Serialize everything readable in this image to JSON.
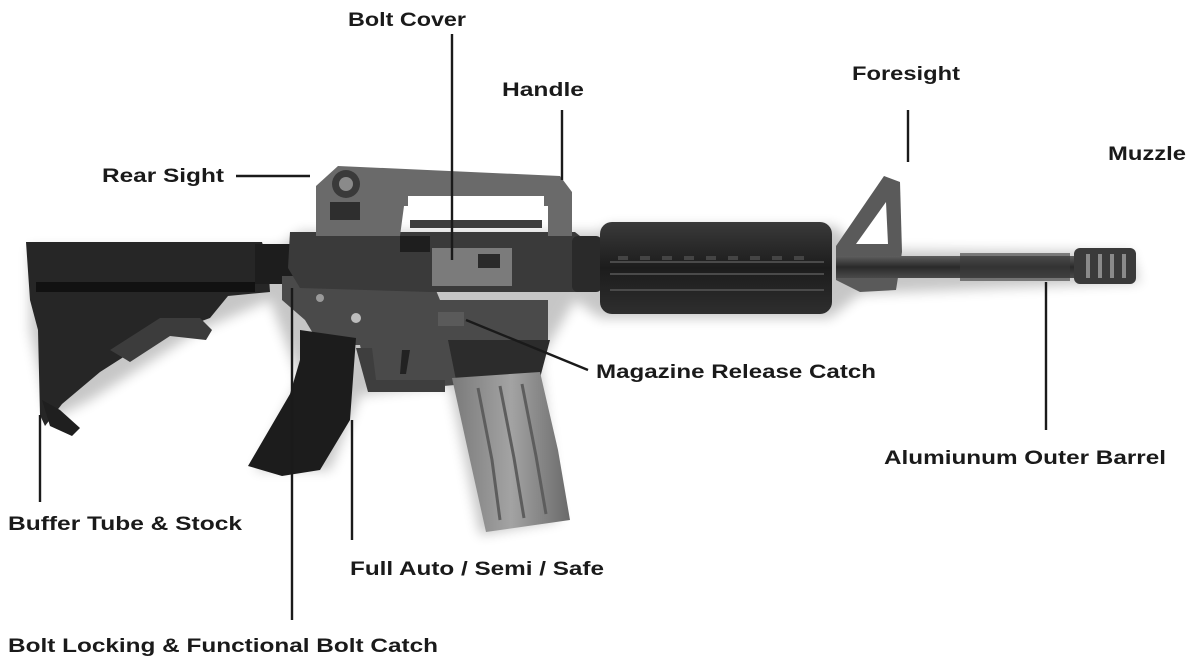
{
  "labels": {
    "bolt_cover": "Bolt Cover",
    "handle": "Handle",
    "foresight": "Foresight",
    "muzzle": "Muzzle",
    "rear_sight": "Rear Sight",
    "magazine_release_catch": "Magazine Release Catch",
    "aluminium_outer_barrel": "Alumiunum Outer Barrel",
    "buffer_tube_stock": "Buffer Tube & Stock",
    "full_auto_semi_safe": "Full Auto / Semi / Safe",
    "bolt_locking_catch": "Bolt Locking & Functional Bolt Catch"
  },
  "colors": {
    "body": "#2b2b2b",
    "body_dark": "#161616",
    "receiver": "#4a4a4a",
    "metal": "#6d6d6d",
    "magazine": "#8c8c8c",
    "label_text": "#1a1a1a",
    "background": "#ffffff"
  }
}
